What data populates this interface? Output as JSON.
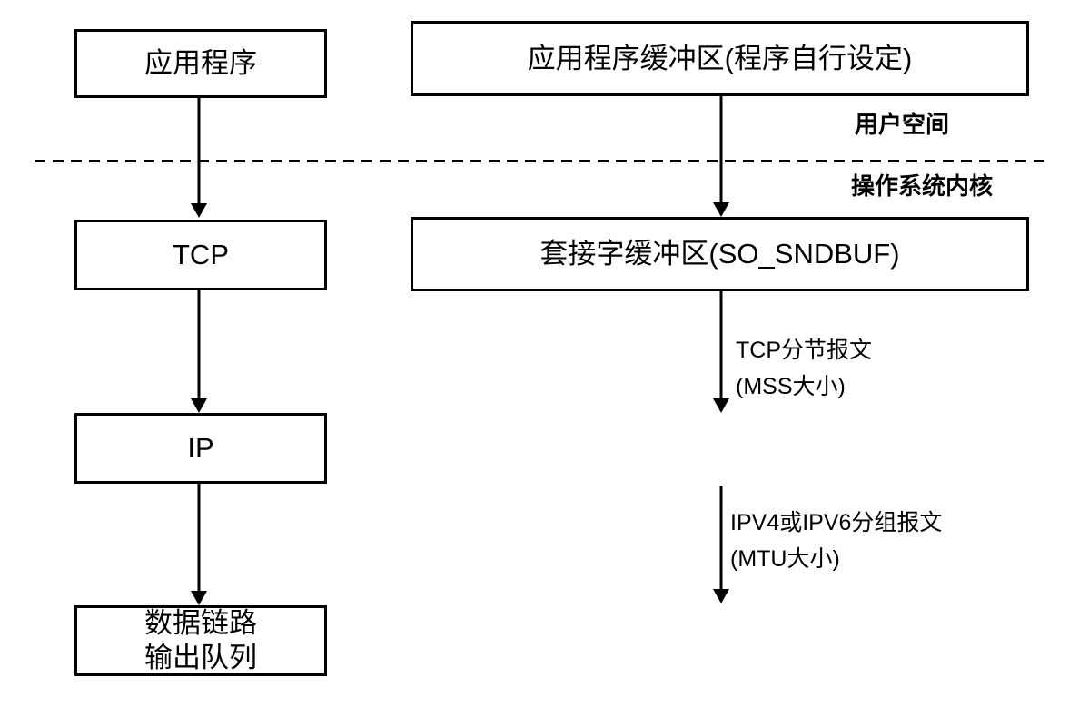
{
  "boxes": {
    "app": "应用程序",
    "app_buffer": "应用程序缓冲区(程序自行设定)",
    "tcp": "TCP",
    "socket_buffer": "套接字缓冲区(SO_SNDBUF)",
    "ip": "IP",
    "datalink_line1": "数据链路",
    "datalink_line2": "输出队列"
  },
  "zones": {
    "user_space": "用户空间",
    "kernel": "操作系统内核"
  },
  "arrow_labels": {
    "tcp_segment_line1": "TCP分节报文",
    "tcp_segment_line2": "(MSS大小)",
    "ip_packet_line1": "IPV4或IPV6分组报文",
    "ip_packet_line2": "(MTU大小)"
  },
  "colors": {
    "line": "#000000",
    "text": "#000000",
    "background": "#ffffff"
  }
}
